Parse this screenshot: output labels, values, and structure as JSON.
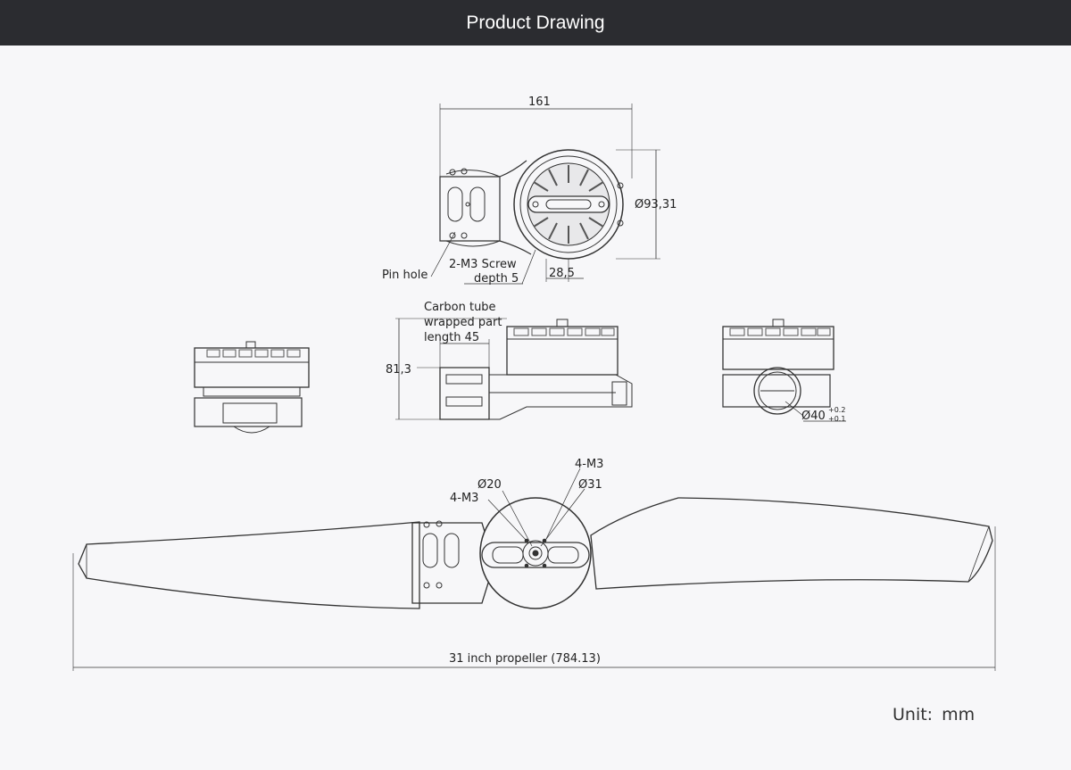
{
  "header": {
    "title": "Product Drawing"
  },
  "top_view": {
    "dim_width": "161",
    "dim_diameter": "Ø93,31",
    "dim_offset": "28,5",
    "pin_hole": "Pin hole",
    "screw_line1": "2-M3 Screw",
    "screw_line2": "depth 5"
  },
  "side_view": {
    "note_line1": "Carbon tube",
    "note_line2": "wrapped part",
    "note_line3": "length 45",
    "dim_height": "81,3"
  },
  "end_view": {
    "dim_tube": "Ø40",
    "tol_upper": "+0.2",
    "tol_lower": "+0.1"
  },
  "prop_view": {
    "d20": "Ø20",
    "d31": "Ø31",
    "m3_left": "4-M3",
    "m3_top": "4-M3",
    "length": "31 inch propeller (784.13)"
  },
  "unit": {
    "label": "Unit:",
    "value": "mm"
  }
}
